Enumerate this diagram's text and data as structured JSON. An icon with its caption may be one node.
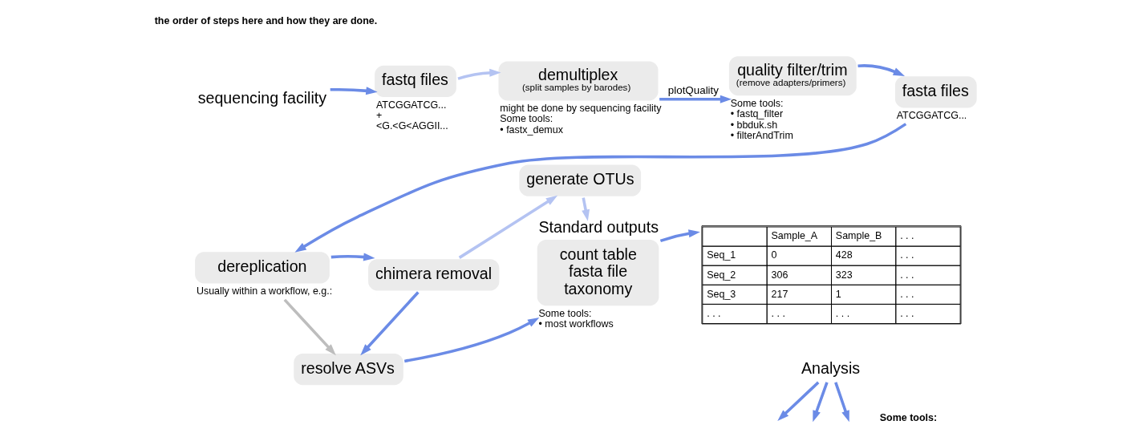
{
  "diagram": {
    "nodes": [
      {
        "text": [
          "sequencing facility"
        ]
      },
      {
        "text": [
          "fastq files"
        ],
        "beside": [
          "ATCGGATCG...",
          "+",
          "<G.<G<AGGII..."
        ]
      },
      {
        "text": [
          "demultiplex",
          "(split samples by barodes)"
        ],
        "beside": [
          "might be done by sequencing facility",
          "Some tools:",
          "• fastx_demux"
        ]
      },
      {
        "text": [
          "quality filter/trim",
          "(remove adapters/primers)"
        ],
        "beside": [
          "Some tools:",
          "• fastq_filter",
          "• bbduk.sh",
          "• filterAndTrim"
        ]
      },
      {
        "text": [
          "fasta files"
        ],
        "beside": [
          "ATCGGATCG..."
        ]
      },
      {
        "text": [
          "dereplication"
        ],
        "beside": [
          "Usually within a workflow, e.g.:"
        ]
      },
      {
        "text": [
          "chimera removal"
        ]
      },
      {
        "text": [
          "generate OTUs"
        ]
      },
      {
        "text": [
          "resolve ASVs"
        ]
      },
      {
        "text": [
          "Standard outputs",
          "count table",
          "fasta file",
          "taxonomy"
        ],
        "beside": [
          "Some tools:",
          "• most workflows"
        ]
      },
      {
        "text": [
          "Sample_A",
          "Sample_B",
          ". . .",
          "Seq_1",
          "0",
          "428",
          ". . .",
          "Seq_2",
          "306",
          "323",
          ". . .",
          "Seq_3",
          "217",
          "1",
          ". . .",
          ". . .",
          ". . .",
          ". . .",
          ". . ."
        ]
      },
      {
        "text": [
          "Analysis"
        ]
      }
    ],
    "edges": [
      {
        "from": 0,
        "to": 1,
        "arrow": "to"
      },
      {
        "from": 1,
        "to": 2,
        "arrow": "to",
        "color": "#b4c3f2"
      },
      {
        "from": 2,
        "to": 3,
        "arrow": "to",
        "label": "plotQuality"
      },
      {
        "from": 3,
        "to": 4,
        "arrow": "to"
      },
      {
        "from": 4,
        "to": 5,
        "arrow": "to"
      },
      {
        "from": 5,
        "to": 6,
        "arrow": "to"
      },
      {
        "from": 5,
        "to": 8,
        "arrow": "to",
        "color": "#bdbdbd"
      },
      {
        "from": 6,
        "to": 7,
        "arrow": "to",
        "color": "#b4c3f2"
      },
      {
        "from": 6,
        "to": 8,
        "arrow": "to"
      },
      {
        "from": 7,
        "to": 9,
        "arrow": "to",
        "color": "#b4c3f2"
      },
      {
        "from": 8,
        "to": 9,
        "arrow": "to"
      },
      {
        "from": 9,
        "to": 10,
        "arrow": "to"
      },
      {
        "from": 11,
        "to": null,
        "arrow": "to"
      },
      {
        "from": 11,
        "to": null,
        "arrow": "to"
      },
      {
        "from": 11,
        "to": null,
        "arrow": "to"
      }
    ],
    "labels": [
      "the order of steps here and how they are done.",
      "Some tools:"
    ]
  }
}
